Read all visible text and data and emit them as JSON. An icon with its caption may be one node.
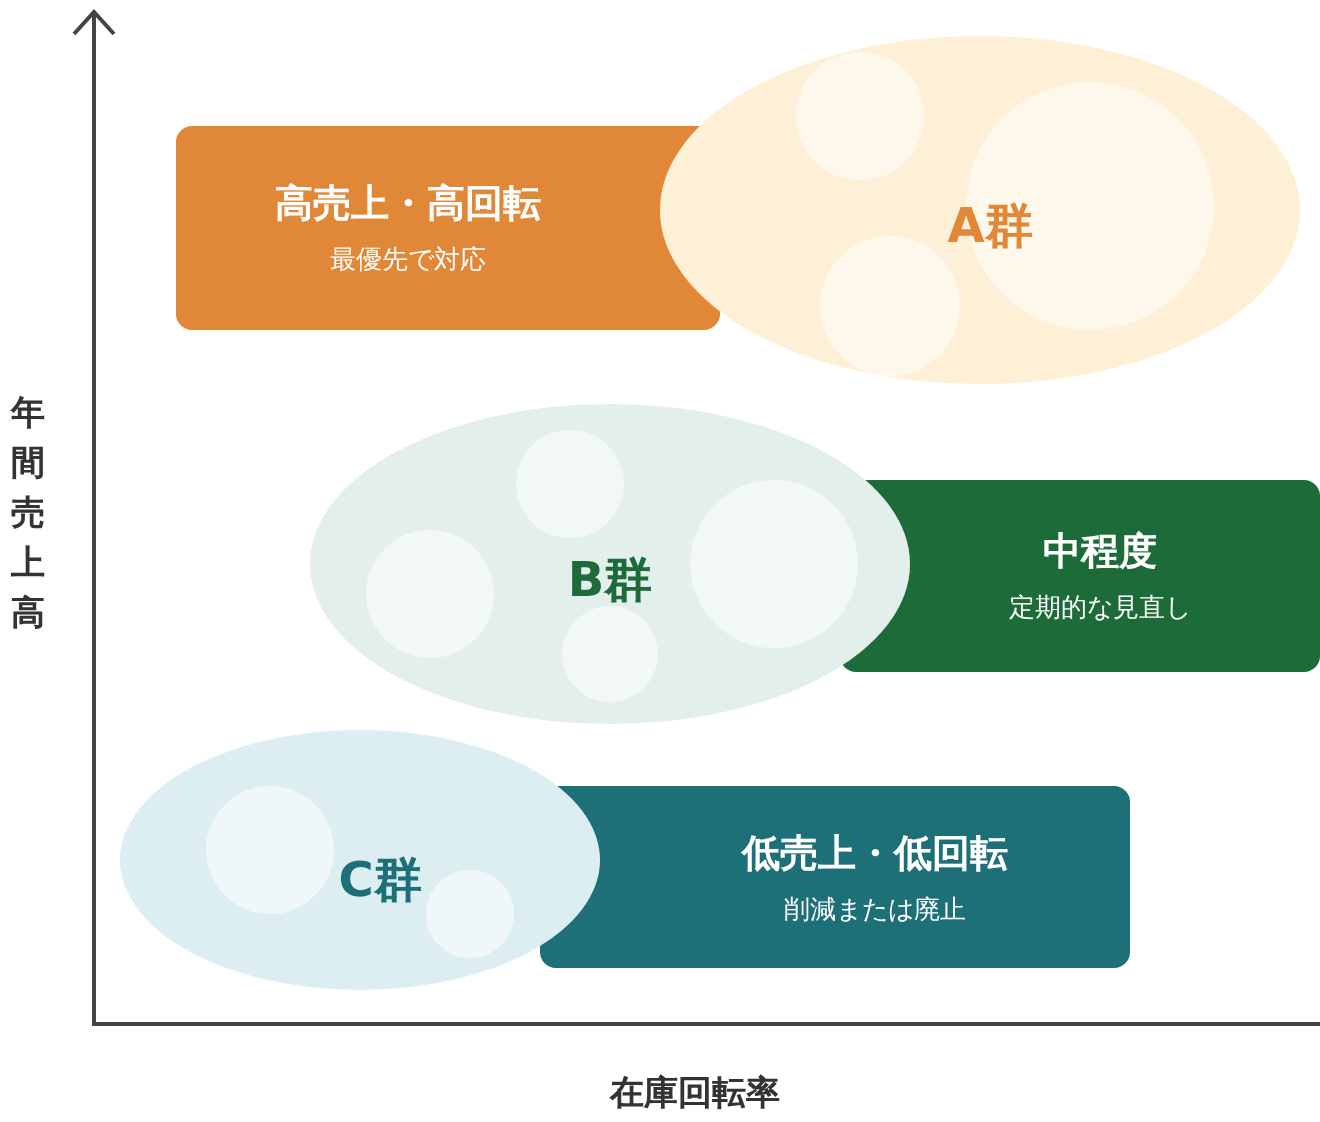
{
  "diagram": {
    "nodes": [
      {
        "text": [
          "高売上・高回転",
          "最優先で対応"
        ]
      },
      {
        "text": [
          "A群"
        ]
      },
      {
        "text": [
          "B群"
        ]
      },
      {
        "text": [
          "中程度",
          "定期的な見直し"
        ]
      },
      {
        "text": [
          "C群"
        ]
      },
      {
        "text": [
          "低売上・低回転",
          "削減または廃止"
        ]
      }
    ],
    "labels": [
      "年間売上高",
      "在庫回転率"
    ]
  }
}
